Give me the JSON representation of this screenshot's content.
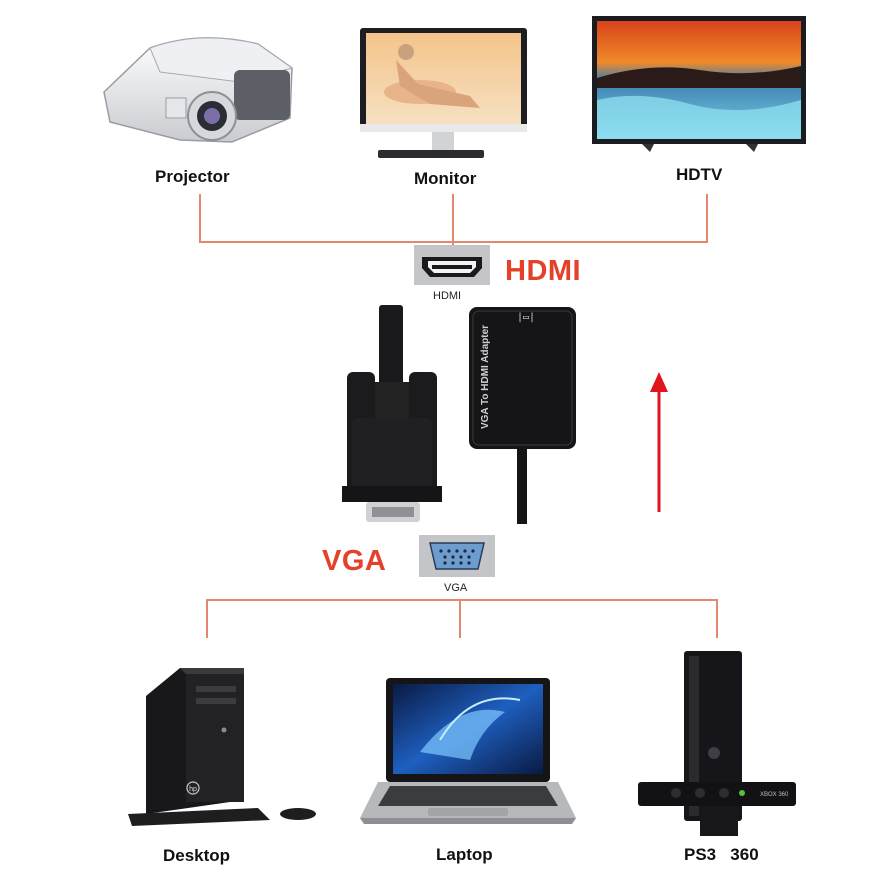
{
  "top_devices": {
    "projector": "Projector",
    "monitor": "Monitor",
    "hdtv": "HDTV"
  },
  "hdmi": {
    "title": "HDMI",
    "port_caption": "HDMI"
  },
  "adapter": {
    "text": "VGA To HDMI Adapter",
    "port_mark": "|▭|"
  },
  "vga": {
    "title": "VGA",
    "port_caption": "VGA"
  },
  "bottom_devices": {
    "desktop": "Desktop",
    "laptop": "Laptop",
    "console": "PS3   360"
  },
  "console_badge": "XBOX 360",
  "desktop_badge": "hp",
  "colors": {
    "connector_line": "#e3876f",
    "accent_red": "#e4402a",
    "arrow": "#e0141c"
  }
}
